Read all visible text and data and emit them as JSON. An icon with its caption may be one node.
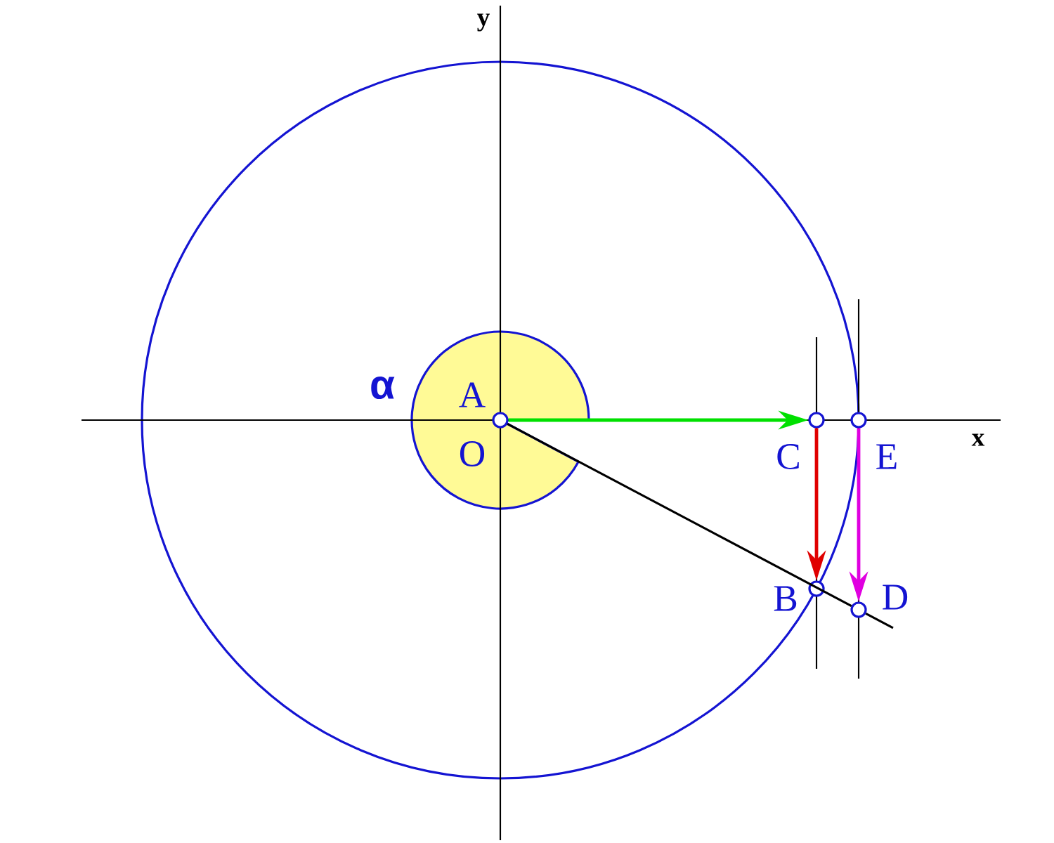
{
  "diagram": {
    "nodes": [
      {
        "text": [],
        "shape": "circle",
        "beside": [
          "A",
          "O"
        ]
      },
      {
        "text": [],
        "shape": "circle",
        "beside": [
          "C"
        ]
      },
      {
        "text": [],
        "shape": "circle",
        "beside": [
          "E"
        ]
      },
      {
        "text": [],
        "shape": "circle",
        "beside": [
          "B"
        ]
      },
      {
        "text": [],
        "shape": "circle",
        "beside": [
          "D"
        ]
      }
    ],
    "edges": [
      {
        "from": 0,
        "to": 1,
        "arrow": "to",
        "color": "#00e000"
      },
      {
        "from": 1,
        "to": 3,
        "arrow": "to",
        "color": "#e00000"
      },
      {
        "from": 2,
        "to": 4,
        "arrow": "to",
        "color": "#e000e0"
      },
      {
        "from": 0,
        "to": 4,
        "arrow": "none",
        "color": "#000000"
      }
    ],
    "labels": [
      "y",
      "α",
      "x"
    ]
  }
}
